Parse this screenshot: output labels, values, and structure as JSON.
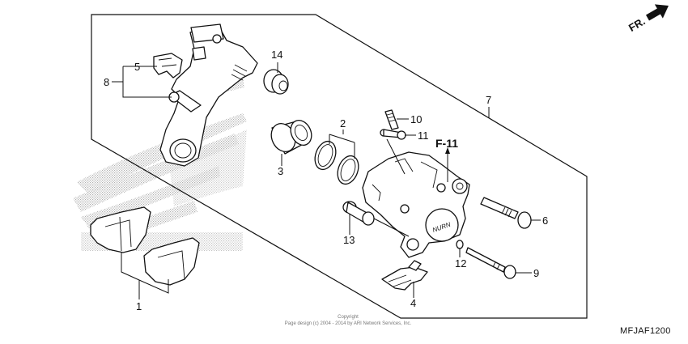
{
  "diagram": {
    "code": "MFJAF1200",
    "front_indicator": "FR.",
    "reference": "F-11",
    "copyright": {
      "line1": "Copyright",
      "line2": "Page design (c) 2004 - 2014 by ARI Network Services, Inc."
    },
    "watermark": "stippled-honda-wing",
    "callouts": [
      {
        "number": "1",
        "part": "brake-pad-set"
      },
      {
        "number": "2",
        "part": "piston-seal-set"
      },
      {
        "number": "3",
        "part": "piston"
      },
      {
        "number": "4",
        "part": "pad-spring"
      },
      {
        "number": "5",
        "part": "pad-retainer"
      },
      {
        "number": "6",
        "part": "caliper-pin-bolt"
      },
      {
        "number": "7",
        "part": "rear-caliper-assembly"
      },
      {
        "number": "8",
        "part": "caliper-bracket"
      },
      {
        "number": "9",
        "part": "pad-pin"
      },
      {
        "number": "10",
        "part": "bleeder-screw"
      },
      {
        "number": "11",
        "part": "bleeder-cap"
      },
      {
        "number": "12",
        "part": "pad-pin-plug"
      },
      {
        "number": "13",
        "part": "bracket-pin"
      },
      {
        "number": "14",
        "part": "boot"
      }
    ],
    "colors": {
      "line": "#111111",
      "watermark": "#b0b0b0",
      "background": "#ffffff"
    }
  }
}
